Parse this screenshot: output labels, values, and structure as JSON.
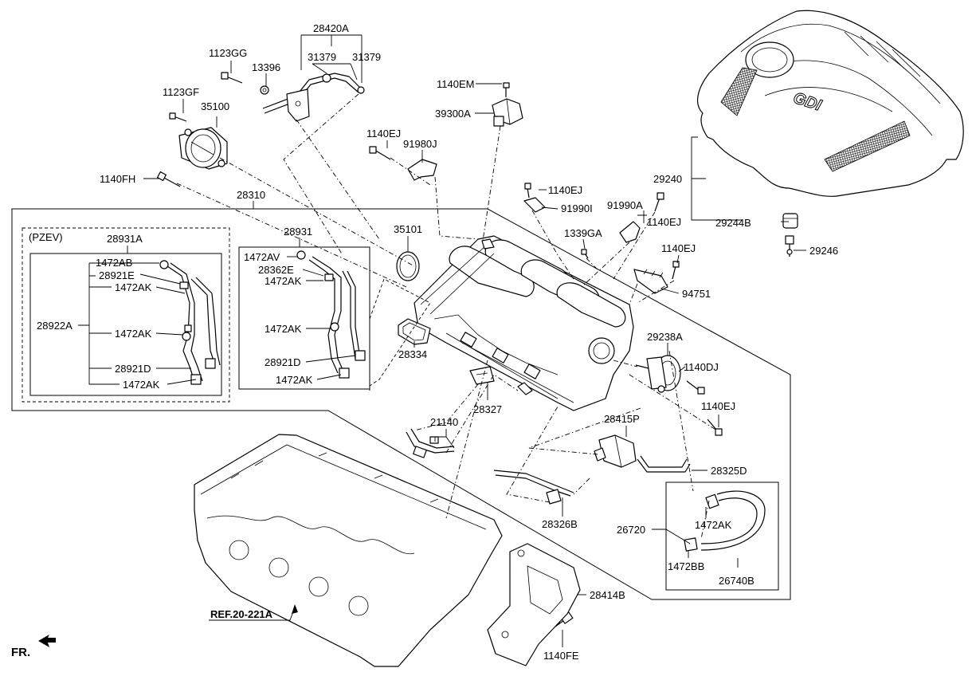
{
  "labels": {
    "p28420A": "28420A",
    "p1123GG": "1123GG",
    "p13396": "13396",
    "p31379a": "31379",
    "p31379b": "31379",
    "p1140EM": "1140EM",
    "p39300A": "39300A",
    "p1123GF": "1123GF",
    "p35100": "35100",
    "p1140EJa": "1140EJ",
    "p91980J": "91980J",
    "p1140FH": "1140FH",
    "p28310": "28310",
    "p1140EJb": "1140EJ",
    "p91990I": "91990I",
    "p91990A": "91990A",
    "p1140EJc": "1140EJ",
    "p29240": "29240",
    "p29244B": "29244B",
    "p29246": "29246",
    "pPZEV": "(PZEV)",
    "p28931A": "28931A",
    "p1472AB": "1472AB",
    "p28921E": "28921E",
    "p1472AKa": "1472AK",
    "p28922A": "28922A",
    "p1472AKb": "1472AK",
    "p28921Da": "28921D",
    "p1472AKc": "1472AK",
    "p28931": "28931",
    "p1472AV": "1472AV",
    "p28362E": "28362E",
    "p1472AKd": "1472AK",
    "p1472AKe": "1472AK",
    "p28921Db": "28921D",
    "p1472AKf": "1472AK",
    "p35101": "35101",
    "p1339GA": "1339GA",
    "p1140EJd": "1140EJ",
    "p94751": "94751",
    "p28334": "28334",
    "p29238A": "29238A",
    "p1140DJ": "1140DJ",
    "p1140EJe": "1140EJ",
    "p28327": "28327",
    "p21140": "21140",
    "p28415P": "28415P",
    "p28325D": "28325D",
    "p28326B": "28326B",
    "p26720": "26720",
    "p1472AKg": "1472AK",
    "p1472BB": "1472BB",
    "p26740B": "26740B",
    "p28414B": "28414B",
    "p1140FE": "1140FE",
    "ref": "REF.20-221A",
    "fr": "FR.",
    "coverText": "GDI"
  }
}
